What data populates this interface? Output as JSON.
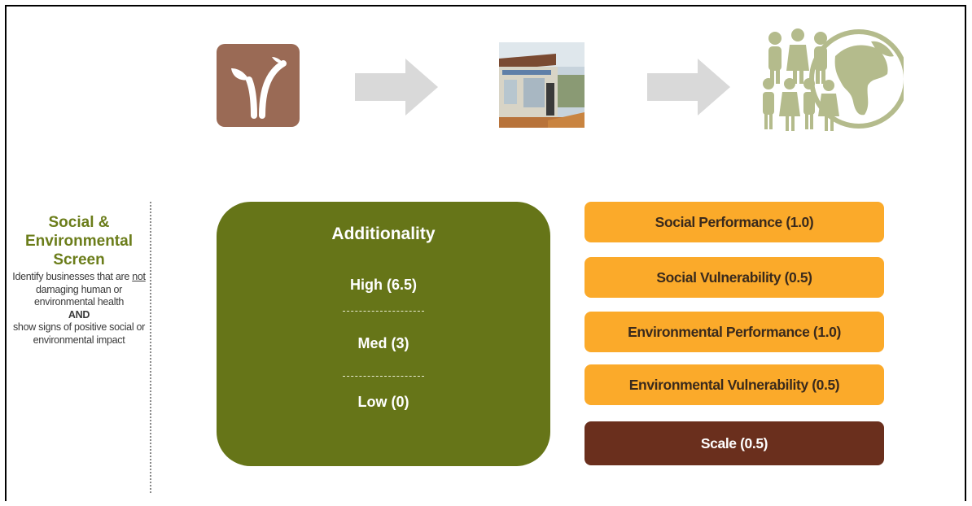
{
  "screen": {
    "title": "Social & Environmental Screen",
    "desc_part1": "Identify businesses that are ",
    "desc_not": "not",
    "desc_part2": " damaging human or environmental health",
    "desc_and": "AND",
    "desc_part3": "show signs of positive social or environmental impact"
  },
  "additionality": {
    "title": "Additionality",
    "levels": [
      "High (6.5)",
      "Med (3)",
      "Low (0)"
    ]
  },
  "criteria": [
    "Social Performance (1.0)",
    "Social Vulnerability (0.5)",
    "Environmental Performance (1.0)",
    "Environmental Vulnerability (0.5)",
    "Scale (0.5)"
  ],
  "colors": {
    "sprout": "#9a6a55",
    "arrow": "#d9d9d9",
    "people": "#b4bb8c",
    "additionality": "#667518",
    "criteria": "#fbaa2a",
    "scale": "#6a2f1d"
  },
  "icons": [
    "sprout-icon",
    "arrow-right-icon",
    "building-photo",
    "arrow-right-icon",
    "people-globe-icon"
  ]
}
